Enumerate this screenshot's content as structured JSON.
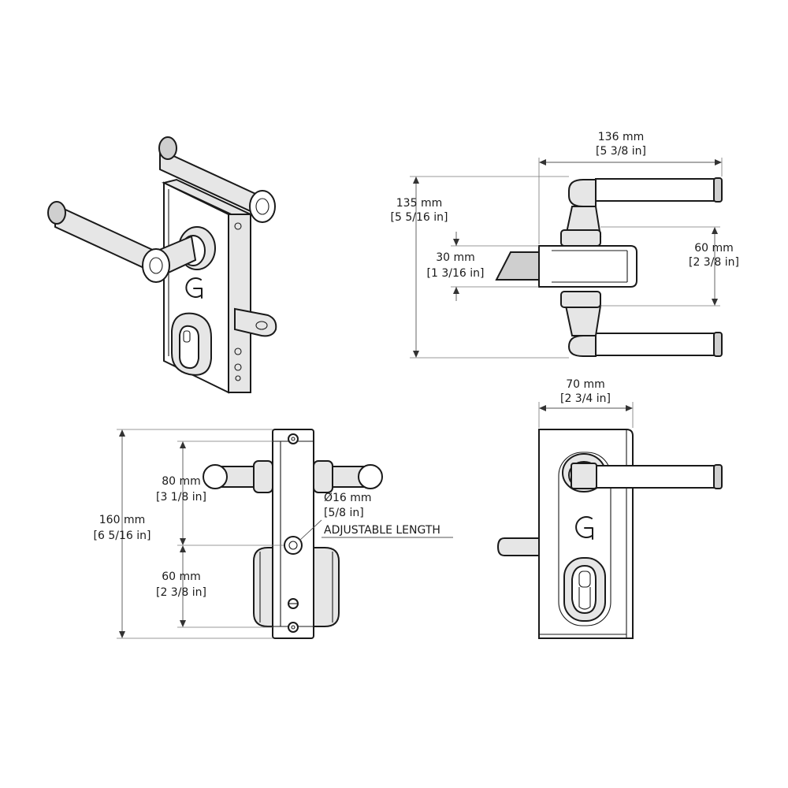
{
  "dimensions": {
    "top_width": {
      "metric": "136 mm",
      "imperial": "[5 3/8 in]"
    },
    "top_height": {
      "metric": "135 mm",
      "imperial": "[5 5/16 in]"
    },
    "top_bolt": {
      "metric": "30 mm",
      "imperial": "[1 3/16 in]"
    },
    "top_spacing": {
      "metric": "60 mm",
      "imperial": "[2 3/8 in]"
    },
    "front_width": {
      "metric": "70 mm",
      "imperial": "[2 3/4 in]"
    },
    "side_height": {
      "metric": "160 mm",
      "imperial": "[6 5/16 in]"
    },
    "side_upper": {
      "metric": "80 mm",
      "imperial": "[3 1/8 in]"
    },
    "side_lower": {
      "metric": "60 mm",
      "imperial": "[2 3/8 in]"
    },
    "side_hole": {
      "metric": "Ø16 mm",
      "imperial": "[5/8 in]",
      "note": "ADJUSTABLE LENGTH"
    }
  },
  "colors": {
    "line": "#1a1a1a",
    "dimension": "#555555",
    "fill_light": "#e6e6e6",
    "fill_dark": "#cfcfcf"
  },
  "icons": {
    "brand_logo": "g-logo-icon",
    "cylinder": "euro-cylinder-icon"
  }
}
